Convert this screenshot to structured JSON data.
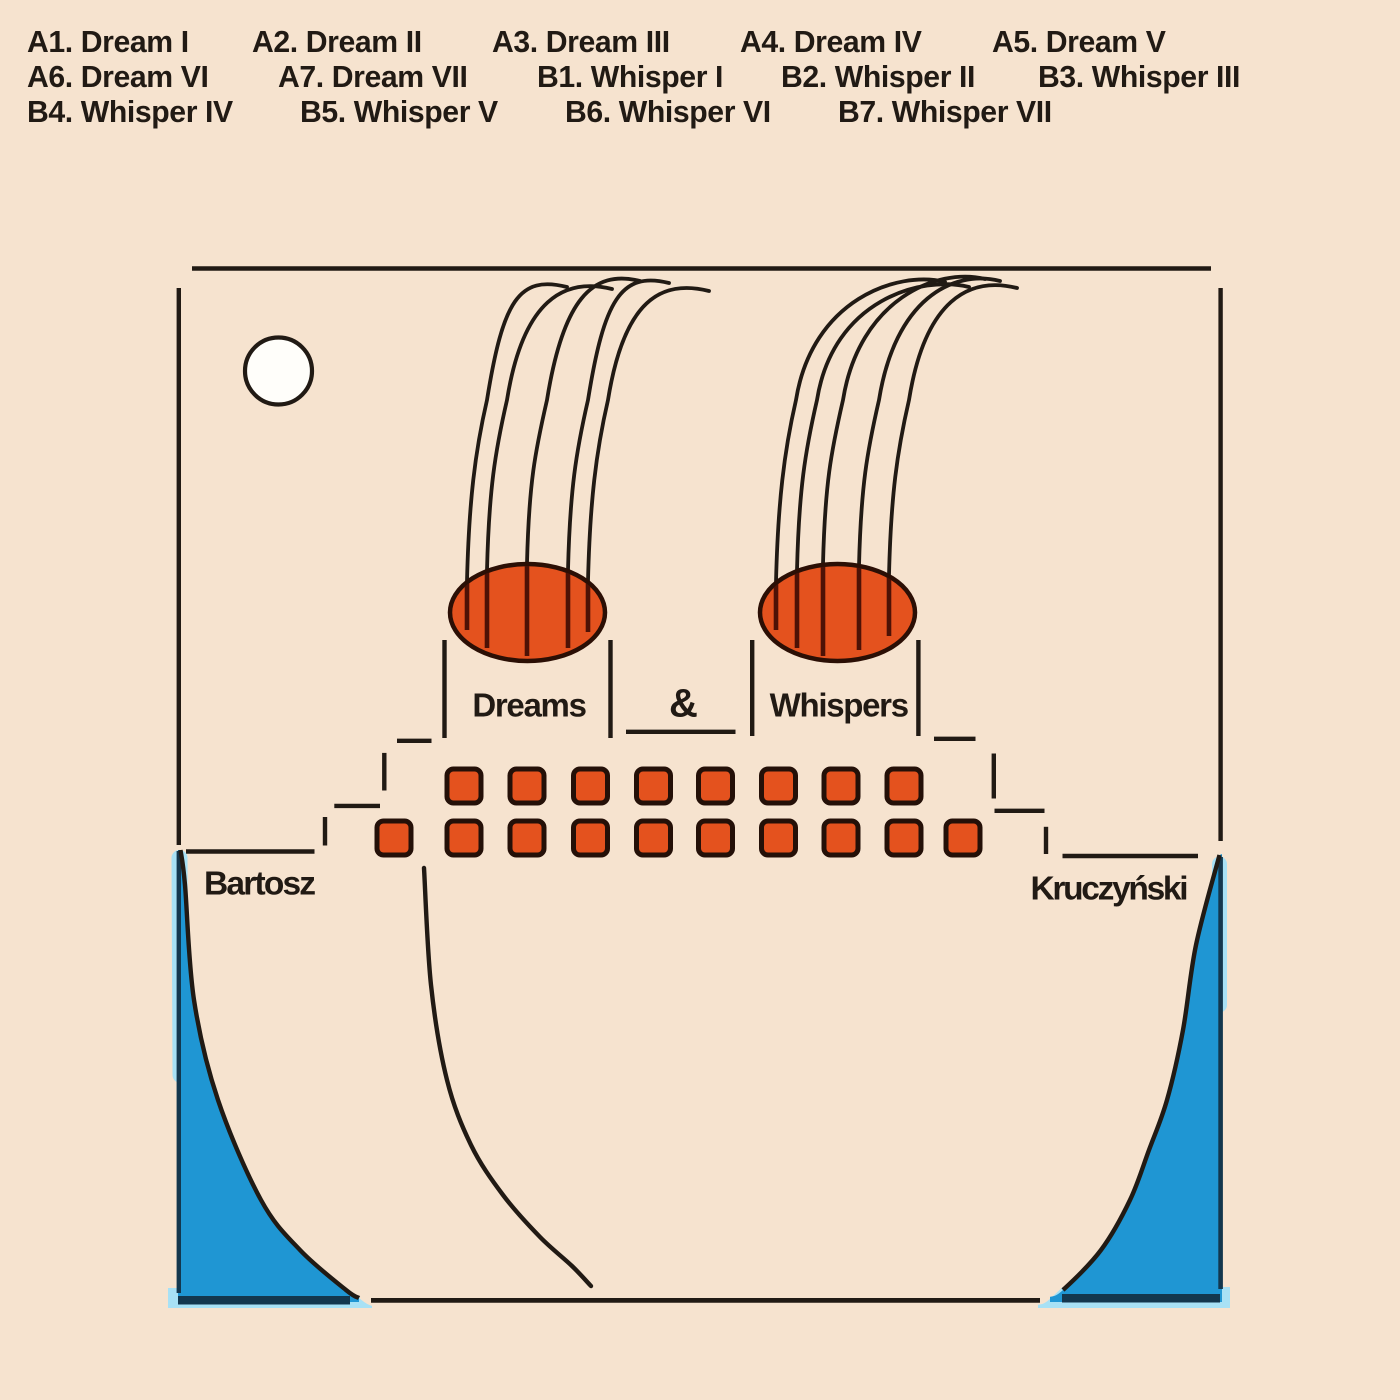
{
  "album": {
    "title": {
      "left_word": "Dreams",
      "ampersand": "&",
      "right_word": "Whispers"
    },
    "artist": {
      "first_name": "Bartosz",
      "last_name": "Kruczyński"
    },
    "tracklist": {
      "items": [
        {
          "label": "A1. Dream I"
        },
        {
          "label": "A2. Dream II"
        },
        {
          "label": "A3. Dream III"
        },
        {
          "label": "A4. Dream IV"
        },
        {
          "label": "A5. Dream V"
        },
        {
          "label": "A6. Dream VI"
        },
        {
          "label": "A7. Dream VII"
        },
        {
          "label": "B1. Whisper I"
        },
        {
          "label": "B2. Whisper II"
        },
        {
          "label": "B3. Whisper III"
        },
        {
          "label": "B4. Whisper IV"
        },
        {
          "label": "B5. Whisper V"
        },
        {
          "label": "B6. Whisper VI"
        },
        {
          "label": "B7. Whisper VII"
        }
      ]
    },
    "colors": {
      "background": "#f6e3cf",
      "ink": "#211a14",
      "orange": "#e4521e",
      "funnel_outline": "#2b0f05",
      "funnel_streak": "#4d1206",
      "window_outline": "#241008",
      "wave_blue": "#1f96d3",
      "wave_navy": "#13374e",
      "wave_light_blue": "#a8e1f5",
      "sun_white": "#fffefa"
    }
  }
}
